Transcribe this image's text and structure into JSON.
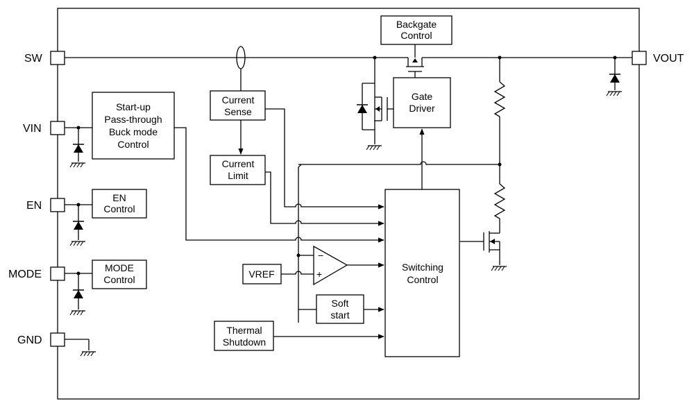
{
  "pins": {
    "sw": "SW",
    "vin": "VIN",
    "en": "EN",
    "mode": "MODE",
    "gnd": "GND",
    "vout": "VOUT"
  },
  "blocks": {
    "backgate": [
      "Backgate",
      "Control"
    ],
    "startup": [
      "Start-up",
      "Pass-through",
      "Buck mode",
      "Control"
    ],
    "current_sense": [
      "Current",
      "Sense"
    ],
    "current_limit": [
      "Current",
      "Limit"
    ],
    "gate_driver": [
      "Gate",
      "Driver"
    ],
    "en_control": [
      "EN",
      "Control"
    ],
    "mode_control": [
      "MODE",
      "Control"
    ],
    "vref": "VREF",
    "soft_start": [
      "Soft",
      "start"
    ],
    "thermal": [
      "Thermal",
      "Shutdown"
    ],
    "switching": [
      "Switching",
      "Control"
    ]
  },
  "comparator": {
    "minus": "−",
    "plus": "+"
  }
}
